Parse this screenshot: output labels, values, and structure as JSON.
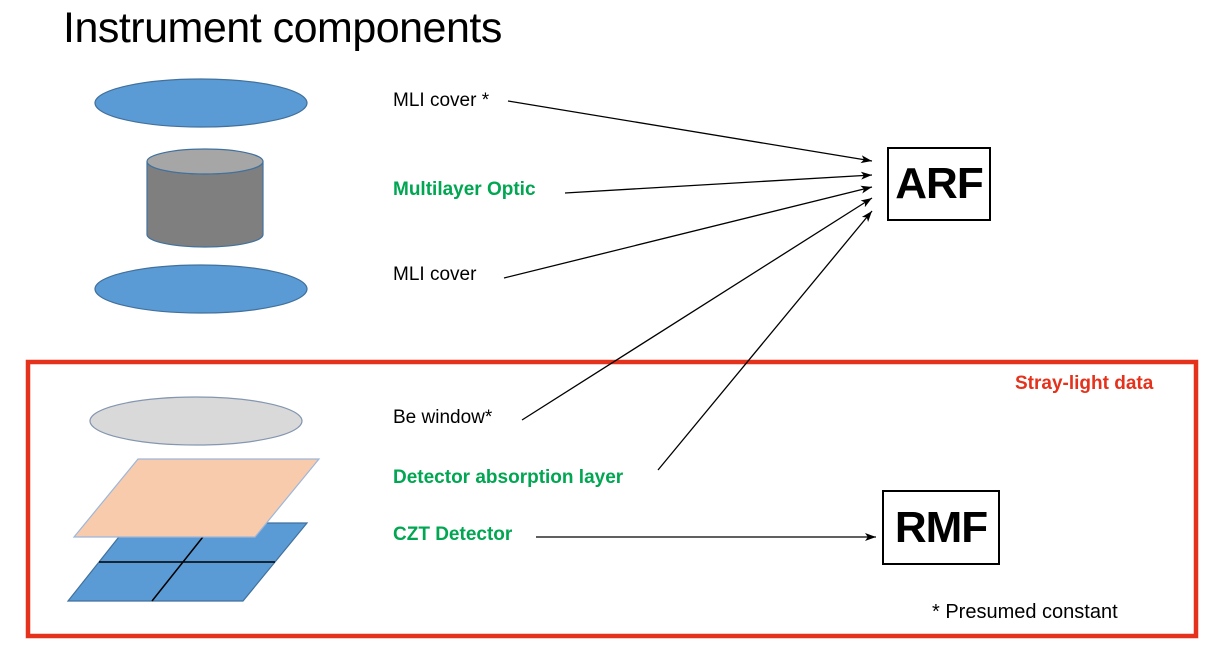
{
  "title": "Instrument components",
  "labels": {
    "mli_cover_top": "MLI cover *",
    "multilayer_optic": "Multilayer Optic",
    "mli_cover_bottom": "MLI cover",
    "be_window": "Be window*",
    "detector_absorption_layer": "Detector absorption layer",
    "czt_detector": "CZT Detector"
  },
  "outputs": {
    "arf": "ARF",
    "rmf": "RMF"
  },
  "annotations": {
    "stray_light": "Stray-light data",
    "footnote": "* Presumed constant"
  },
  "connections": [
    {
      "from": "MLI cover *",
      "to": "ARF"
    },
    {
      "from": "Multilayer Optic",
      "to": "ARF"
    },
    {
      "from": "MLI cover",
      "to": "ARF"
    },
    {
      "from": "Be window*",
      "to": "ARF"
    },
    {
      "from": "Detector absorption layer",
      "to": "ARF"
    },
    {
      "from": "CZT Detector",
      "to": "RMF"
    }
  ],
  "shape_icons": {
    "mli_cover_top": "blue-ellipse",
    "multilayer_optic": "gray-cylinder",
    "mli_cover_bottom": "blue-ellipse",
    "be_window": "light-gray-ellipse",
    "detector_absorption_layer": "orange-parallelogram",
    "czt_detector": "blue-parallelogram-with-grid"
  },
  "colors": {
    "green_label": "#00A651",
    "red_accent": "#E5321C",
    "blue_fill": "#5B9BD5",
    "blue_outline": "#41719C",
    "cylinder_body": "#7F7F7F",
    "cylinder_top": "#A6A6A6",
    "light_gray_fill": "#D9D9D9",
    "gray_outline": "#8496B0",
    "orange_fill": "#F8CBAD",
    "orange_outline": "#9DB6D9",
    "arrow": "#000000"
  }
}
